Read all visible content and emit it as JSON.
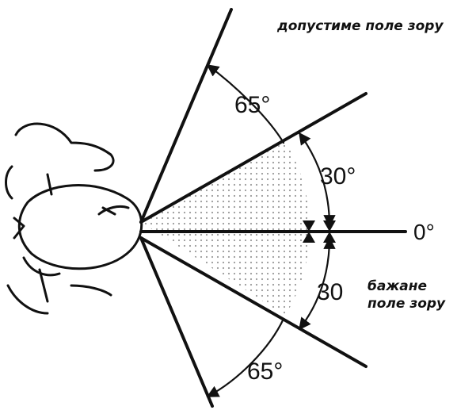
{
  "labels": {
    "allowable_field_of_view": "допустиме поле зору",
    "desired_field_of_view": "бажане поле зору",
    "angle_upper_65": "65°",
    "angle_upper_30": "30°",
    "angle_zero": "0°",
    "angle_lower_30": "30",
    "angle_lower_65": "65°"
  },
  "angles": {
    "desired_half_angle_deg": 30,
    "allowable_half_angle_deg": 65,
    "center_deg": 0
  },
  "colors": {
    "ink": "#111111",
    "dot_fill": "#9a9a9a",
    "background": "#ffffff"
  }
}
